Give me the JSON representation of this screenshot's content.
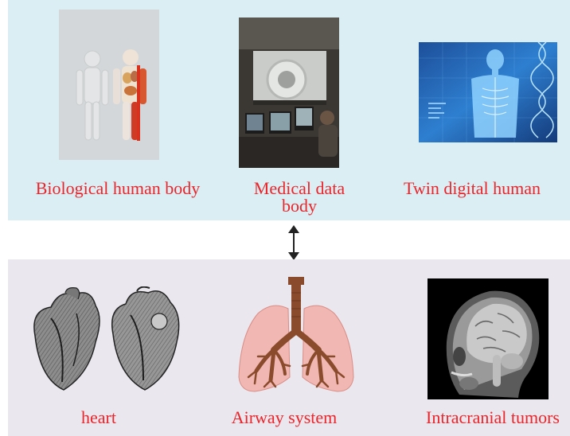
{
  "colors": {
    "top_panel": "#dbeef4",
    "bottom_panel": "#ebe7ee",
    "caption": "#e8262b",
    "arrow": "#222222"
  },
  "top_row": [
    {
      "id": "biological",
      "caption": "Biological human body",
      "image": "anatomical-human-model-photo"
    },
    {
      "id": "medical",
      "caption_line1": "Medical data",
      "caption_line2": "body",
      "image": "mri-control-room-photo"
    },
    {
      "id": "twin",
      "caption": "Twin digital human",
      "image": "digital-human-dna-illustration"
    }
  ],
  "connector": {
    "icon": "double-headed-vertical-arrow"
  },
  "bottom_row": [
    {
      "id": "heart",
      "caption": "heart",
      "image": "anatomical-heart-engraving"
    },
    {
      "id": "airway",
      "caption": "Airway system",
      "image": "lungs-airway-illustration"
    },
    {
      "id": "tumor",
      "caption": "Intracranial tumors",
      "image": "sagittal-brain-mri"
    }
  ]
}
